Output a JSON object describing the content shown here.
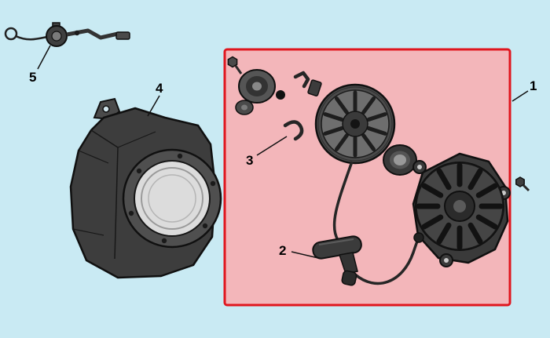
{
  "figure": {
    "type": "exploded-parts-diagram",
    "background_color": "#c9eaf3",
    "highlight_box": {
      "stroke": "#e0161e",
      "fill": "#f3b6ba"
    },
    "callouts": [
      {
        "label": "1",
        "part": "recoil-starter-assembly-group"
      },
      {
        "label": "2",
        "part": "starter-grip-handle"
      },
      {
        "label": "3",
        "part": "friction-spring-clip"
      },
      {
        "label": "4",
        "part": "fan-housing-shroud"
      },
      {
        "label": "5",
        "part": "engine-stop-switch"
      }
    ]
  }
}
